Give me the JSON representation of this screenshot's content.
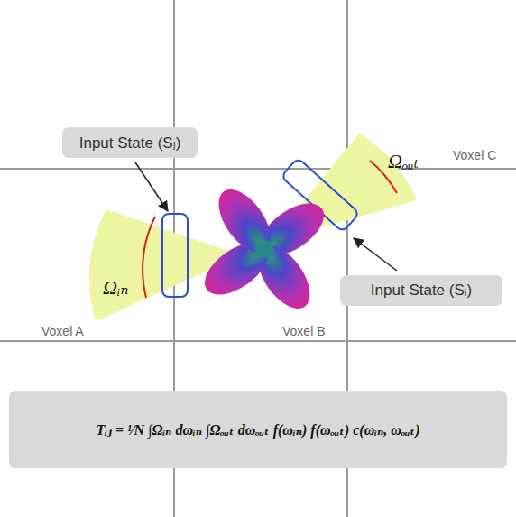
{
  "diagram": {
    "nodes": [
      {
        "text": [
          "Input State (Sⱼ)"
        ]
      },
      {
        "text": [
          "Input State (Sᵢ)"
        ]
      },
      {
        "text": [
          "Tᵢⱼ = ¹⁄N ∫Ωᵢₙ dωᵢₙ ∫Ωₒᵤₜ dωₒᵤₜ f(ωᵢₙ) f(ωₒᵤₜ) c(ωᵢₙ, ωₒᵤₜ)"
        ]
      }
    ],
    "labels": [
      "Ωᵢₙ",
      "Ωₒᵤₜ",
      "Voxel A",
      "Voxel B",
      "Voxel C"
    ]
  }
}
